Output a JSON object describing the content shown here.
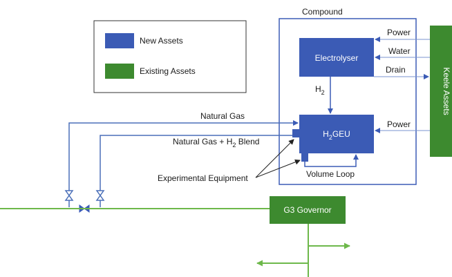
{
  "legend": {
    "new_assets": "New Assets",
    "existing_assets": "Existing Assets"
  },
  "compound": {
    "title": "Compound"
  },
  "electrolyser": {
    "label": "Electrolyser"
  },
  "h2geu": {
    "label_prefix": "H",
    "label_sub": "2",
    "label_suffix": "GEU"
  },
  "keele": {
    "label": "Keele Assets"
  },
  "governor": {
    "label": "G3 Governor"
  },
  "inputs": {
    "power_top": "Power",
    "water": "Water",
    "drain": "Drain",
    "power_right": "Power"
  },
  "h2_link": {
    "prefix": "H",
    "sub": "2"
  },
  "pipes": {
    "natural_gas": "Natural Gas",
    "blend_prefix": "Natural Gas + H",
    "blend_sub": "2",
    "blend_suffix": " Blend",
    "experimental": "Experimental Equipment",
    "volume_loop": "Volume Loop"
  },
  "colors": {
    "new_assets": "#3b5bb5",
    "existing_assets": "#3d8a2f",
    "gas_line": "#4a6fb8",
    "ground_line": "#6db84a",
    "arrow": "#3b5bb5"
  }
}
